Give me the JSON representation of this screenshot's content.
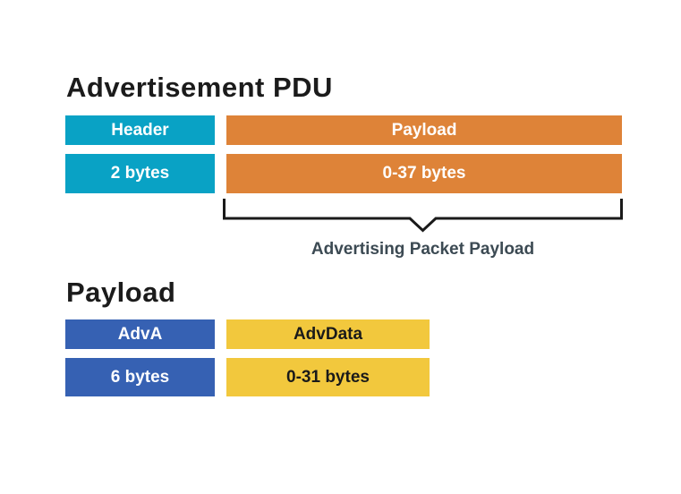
{
  "colors": {
    "teal": "#09A2C5",
    "orange": "#DE8338",
    "blue": "#3661B3",
    "yellow": "#F2C83D",
    "title_text": "#1b1b1b",
    "bracket_line": "#1a1a1a",
    "bracket_label_text": "#3C4A53",
    "background": "#ffffff"
  },
  "pdu_section": {
    "title": "Advertisement PDU",
    "header_label": "Header",
    "payload_label": "Payload",
    "header_size": "2 bytes",
    "payload_size": "0-37 bytes",
    "bracket_label": "Advertising Packet Payload"
  },
  "payload_section": {
    "title": "Payload",
    "adva_label": "AdvA",
    "advdata_label": "AdvData",
    "adva_size": "6 bytes",
    "advdata_size": "0-31 bytes"
  }
}
